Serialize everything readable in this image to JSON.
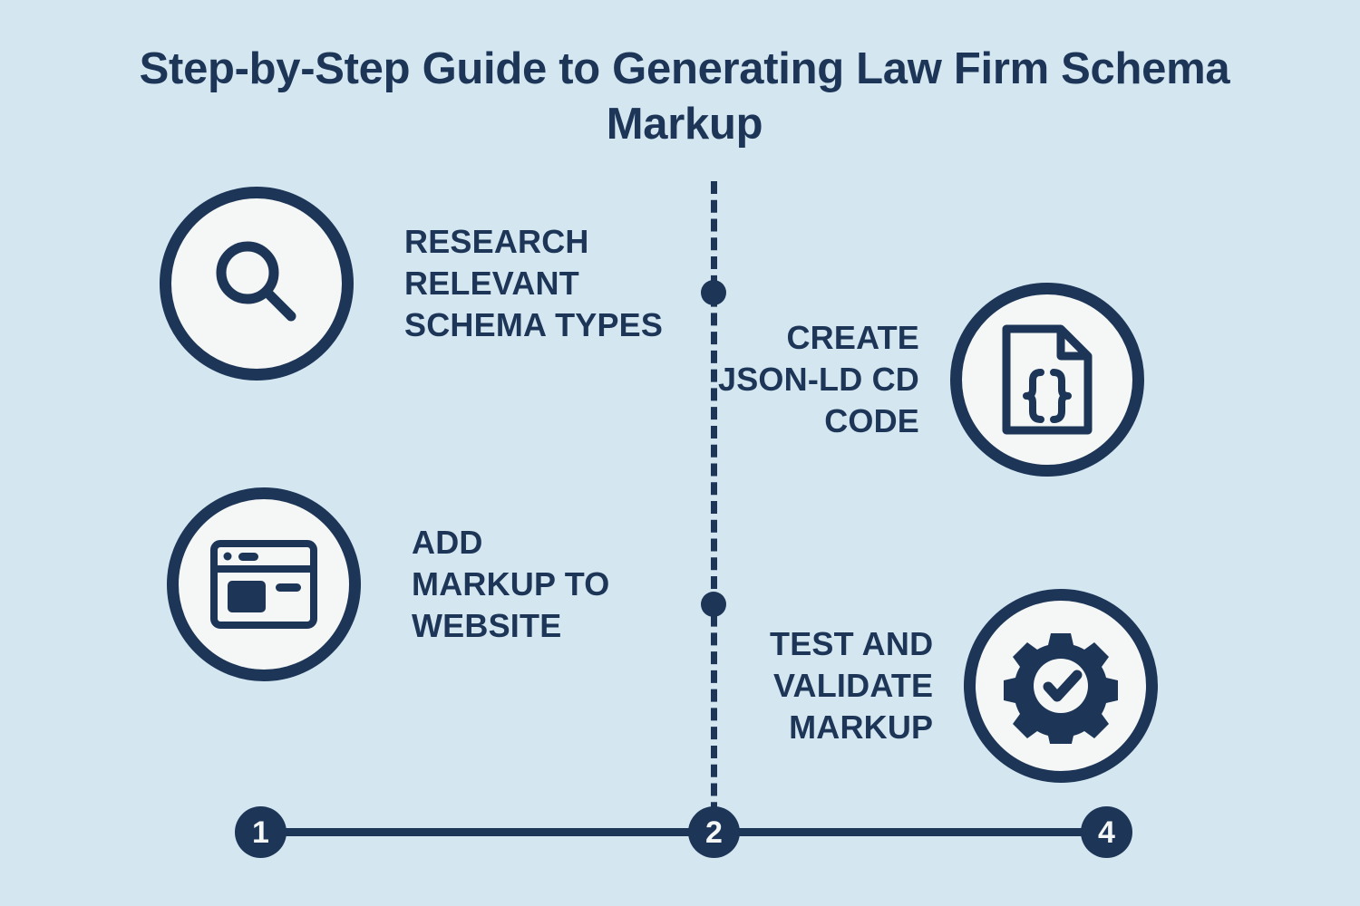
{
  "title": "Step-by-Step Guide to Generating Law Firm\nSchema Markup",
  "colors": {
    "background": "#d4e7f0",
    "navy": "#1d3557",
    "badge_fill": "#f5f7f6"
  },
  "steps": [
    {
      "label": "RESEARCH\nRELEVANT\nSCHEMA TYPES",
      "icon": "magnifier-icon",
      "side": "left"
    },
    {
      "label": "CREATE\nJSON-LD CD\nCODE",
      "icon": "json-document-icon",
      "side": "right"
    },
    {
      "label": "ADD\nMARKUP TO\nWEBSITE",
      "icon": "browser-window-icon",
      "side": "left"
    },
    {
      "label": "TEST AND\nVALIDATE\nMARKUP",
      "icon": "gear-check-icon",
      "side": "right"
    }
  ],
  "timeline": {
    "nodes": [
      "1",
      "2",
      "4"
    ]
  }
}
